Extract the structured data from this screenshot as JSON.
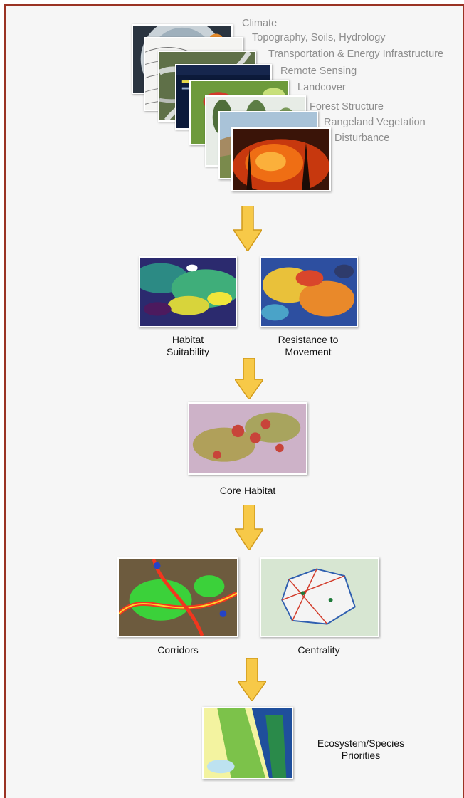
{
  "input_layers": [
    "Climate",
    "Topography, Soils, Hydrology",
    "Transportation & Energy Infrastructure",
    "Remote Sensing",
    "Landcover",
    "Forest Structure",
    "Rangeland Vegetation",
    "Disturbance"
  ],
  "steps": {
    "habitat_suitability": "Habitat\nSuitability",
    "resistance": "Resistance to\nMovement",
    "core_habitat": "Core Habitat",
    "corridors": "Corridors",
    "centrality": "Centrality",
    "priorities": "Ecosystem/Species\nPriorities"
  },
  "colors": {
    "frame_border": "#9a3324",
    "arrow_fill": "#f7c948",
    "arrow_stroke": "#d19a1a",
    "label_gray": "#8d8d8d"
  }
}
